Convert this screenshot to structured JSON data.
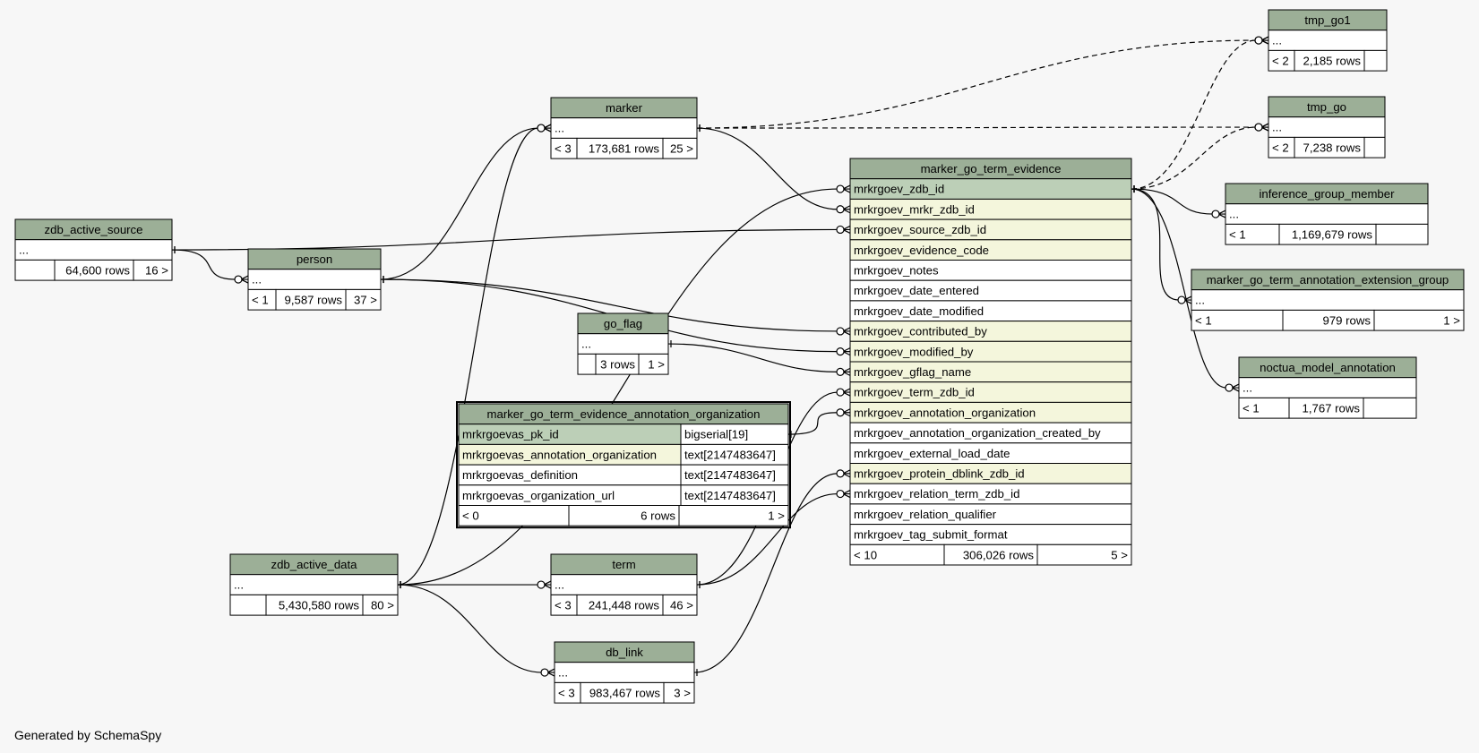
{
  "footer": "Generated by SchemaSpy",
  "colors": {
    "header": "#9caf97",
    "pk": "#bccfb7",
    "fk": "#f4f6dc",
    "plain": "#ffffff",
    "border": "#000000",
    "edge": "#000000"
  },
  "tables": [
    {
      "id": "zdb_active_source",
      "name": "zdb_active_source",
      "columns": [
        "..."
      ],
      "stats": {
        "parents": "",
        "rows": "64,600 rows",
        "children": "16 >"
      }
    },
    {
      "id": "person",
      "name": "person",
      "columns": [
        "..."
      ],
      "stats": {
        "parents": "< 1",
        "rows": "9,587 rows",
        "children": "37 >"
      }
    },
    {
      "id": "marker",
      "name": "marker",
      "columns": [
        "..."
      ],
      "stats": {
        "parents": "< 3",
        "rows": "173,681 rows",
        "children": "25 >"
      }
    },
    {
      "id": "go_flag",
      "name": "go_flag",
      "columns": [
        "..."
      ],
      "stats": {
        "parents": "",
        "rows": "3 rows",
        "children": "1 >"
      }
    },
    {
      "id": "mgtea_org",
      "name": "marker_go_term_evidence_annotation_organization",
      "focus": true,
      "columns": [
        {
          "name": "mrkrgoevas_pk_id",
          "type": "bigserial[19]",
          "kind": "pk"
        },
        {
          "name": "mrkrgoevas_annotation_organization",
          "type": "text[2147483647]",
          "kind": "fk"
        },
        {
          "name": "mrkrgoevas_definition",
          "type": "text[2147483647]",
          "kind": "plain"
        },
        {
          "name": "mrkrgoevas_organization_url",
          "type": "text[2147483647]",
          "kind": "plain"
        }
      ],
      "stats": {
        "parents": "< 0",
        "rows": "6 rows",
        "children": "1 >"
      }
    },
    {
      "id": "zdb_active_data",
      "name": "zdb_active_data",
      "columns": [
        "..."
      ],
      "stats": {
        "parents": "",
        "rows": "5,430,580 rows",
        "children": "80 >"
      }
    },
    {
      "id": "term",
      "name": "term",
      "columns": [
        "..."
      ],
      "stats": {
        "parents": "< 3",
        "rows": "241,448 rows",
        "children": "46 >"
      }
    },
    {
      "id": "db_link",
      "name": "db_link",
      "columns": [
        "..."
      ],
      "stats": {
        "parents": "< 3",
        "rows": "983,467 rows",
        "children": "3 >"
      }
    },
    {
      "id": "mgte",
      "name": "marker_go_term_evidence",
      "columns": [
        {
          "name": "mrkrgoev_zdb_id",
          "kind": "pk"
        },
        {
          "name": "mrkrgoev_mrkr_zdb_id",
          "kind": "fk"
        },
        {
          "name": "mrkrgoev_source_zdb_id",
          "kind": "fk"
        },
        {
          "name": "mrkrgoev_evidence_code",
          "kind": "fk"
        },
        {
          "name": "mrkrgoev_notes",
          "kind": "plain"
        },
        {
          "name": "mrkrgoev_date_entered",
          "kind": "plain"
        },
        {
          "name": "mrkrgoev_date_modified",
          "kind": "plain"
        },
        {
          "name": "mrkrgoev_contributed_by",
          "kind": "fk"
        },
        {
          "name": "mrkrgoev_modified_by",
          "kind": "fk"
        },
        {
          "name": "mrkrgoev_gflag_name",
          "kind": "fk"
        },
        {
          "name": "mrkrgoev_term_zdb_id",
          "kind": "fk"
        },
        {
          "name": "mrkrgoev_annotation_organization",
          "kind": "fk"
        },
        {
          "name": "mrkrgoev_annotation_organization_created_by",
          "kind": "plain"
        },
        {
          "name": "mrkrgoev_external_load_date",
          "kind": "plain"
        },
        {
          "name": "mrkrgoev_protein_dblink_zdb_id",
          "kind": "fk"
        },
        {
          "name": "mrkrgoev_relation_term_zdb_id",
          "kind": "plain"
        },
        {
          "name": "mrkrgoev_relation_qualifier",
          "kind": "plain"
        },
        {
          "name": "mrkrgoev_tag_submit_format",
          "kind": "plain"
        }
      ],
      "stats": {
        "parents": "< 10",
        "rows": "306,026 rows",
        "children": "5 >"
      }
    },
    {
      "id": "tmp_go1",
      "name": "tmp_go1",
      "columns": [
        "..."
      ],
      "stats": {
        "parents": "< 2",
        "rows": "2,185 rows",
        "children": ""
      }
    },
    {
      "id": "tmp_go",
      "name": "tmp_go",
      "columns": [
        "..."
      ],
      "stats": {
        "parents": "< 2",
        "rows": "7,238 rows",
        "children": ""
      }
    },
    {
      "id": "igm",
      "name": "inference_group_member",
      "columns": [
        "..."
      ],
      "stats": {
        "parents": "< 1",
        "rows": "1,169,679 rows",
        "children": ""
      }
    },
    {
      "id": "mgtaeg",
      "name": "marker_go_term_annotation_extension_group",
      "columns": [
        "..."
      ],
      "stats": {
        "parents": "< 1",
        "rows": "979 rows",
        "children": "1 >"
      }
    },
    {
      "id": "nma",
      "name": "noctua_model_annotation",
      "columns": [
        "..."
      ],
      "stats": {
        "parents": "< 1",
        "rows": "1,767 rows",
        "children": ""
      }
    }
  ],
  "relationships": [
    {
      "from": "zdb_active_source",
      "to": "person",
      "dashed": false
    },
    {
      "from": "zdb_active_source",
      "to": "mgte.mrkrgoev_source_zdb_id",
      "dashed": false
    },
    {
      "from": "person",
      "to": "marker",
      "dashed": false
    },
    {
      "from": "person",
      "to": "mgte.mrkrgoev_contributed_by",
      "dashed": false
    },
    {
      "from": "person",
      "to": "mgte.mrkrgoev_modified_by",
      "dashed": false
    },
    {
      "from": "marker",
      "to": "mgte.mrkrgoev_mrkr_zdb_id",
      "dashed": false
    },
    {
      "from": "marker",
      "to": "tmp_go1",
      "dashed": true
    },
    {
      "from": "marker",
      "to": "tmp_go",
      "dashed": true
    },
    {
      "from": "go_flag",
      "to": "mgte.mrkrgoev_gflag_name",
      "dashed": false
    },
    {
      "from": "mgtea_org",
      "to": "mgte.mrkrgoev_annotation_organization",
      "dashed": false
    },
    {
      "from": "zdb_active_data",
      "to": "marker",
      "dashed": false
    },
    {
      "from": "zdb_active_data",
      "to": "mgte.mrkrgoev_zdb_id",
      "dashed": false
    },
    {
      "from": "zdb_active_data",
      "to": "term",
      "dashed": false
    },
    {
      "from": "zdb_active_data",
      "to": "db_link",
      "dashed": false
    },
    {
      "from": "term",
      "to": "mgte.mrkrgoev_term_zdb_id",
      "dashed": false
    },
    {
      "from": "term",
      "to": "mgte.mrkrgoev_relation_term_zdb_id",
      "dashed": false
    },
    {
      "from": "db_link",
      "to": "mgte.mrkrgoev_protein_dblink_zdb_id",
      "dashed": false
    },
    {
      "from": "mgte",
      "to": "tmp_go1",
      "dashed": true
    },
    {
      "from": "mgte",
      "to": "tmp_go",
      "dashed": true
    },
    {
      "from": "mgte",
      "to": "igm",
      "dashed": false
    },
    {
      "from": "mgte",
      "to": "mgtaeg",
      "dashed": false
    },
    {
      "from": "mgte",
      "to": "nma",
      "dashed": false
    }
  ]
}
